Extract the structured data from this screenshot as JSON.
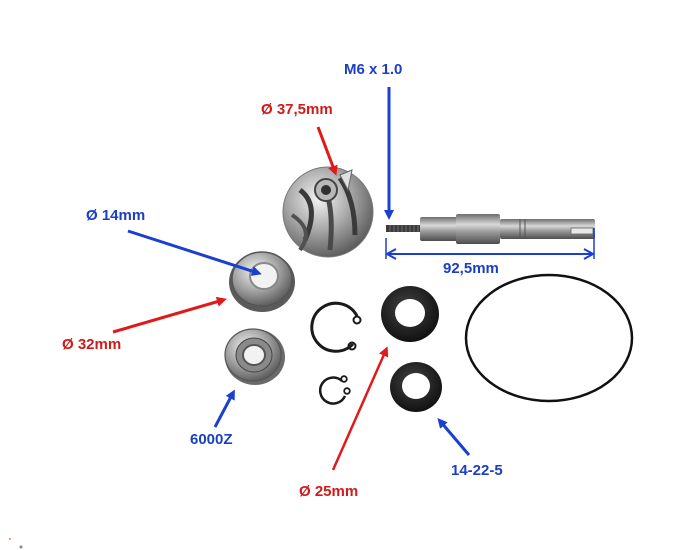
{
  "diagram": {
    "subject": "Water pump repair kit",
    "colors": {
      "red_annotation": "#e0191b",
      "blue_annotation": "#1b3fd0",
      "background": "#ffffff",
      "metal": "#9a9a9a",
      "rubber": "#1a1a1a"
    },
    "labels": {
      "thread": "M6 x 1.0",
      "impeller_diameter": "Ø 37,5mm",
      "seal_inner_diameter": "Ø 14mm",
      "seal_outer_diameter": "Ø 32mm",
      "shaft_length": "92,5mm",
      "bearing": "6000Z",
      "oil_seal_diameter": "Ø 25mm",
      "oil_seal_size": "14-22-5"
    },
    "parts": [
      {
        "id": "impeller",
        "name": "Impeller"
      },
      {
        "id": "shaft",
        "name": "Pump shaft"
      },
      {
        "id": "mechanical-seal",
        "name": "Mechanical seal"
      },
      {
        "id": "bearing",
        "name": "Ball bearing"
      },
      {
        "id": "circlip-large",
        "name": "Large circlip"
      },
      {
        "id": "circlip-small",
        "name": "Small circlip"
      },
      {
        "id": "oil-seal-large",
        "name": "Large oil seal"
      },
      {
        "id": "oil-seal-small",
        "name": "Small oil seal"
      },
      {
        "id": "o-ring",
        "name": "O-ring"
      }
    ]
  }
}
